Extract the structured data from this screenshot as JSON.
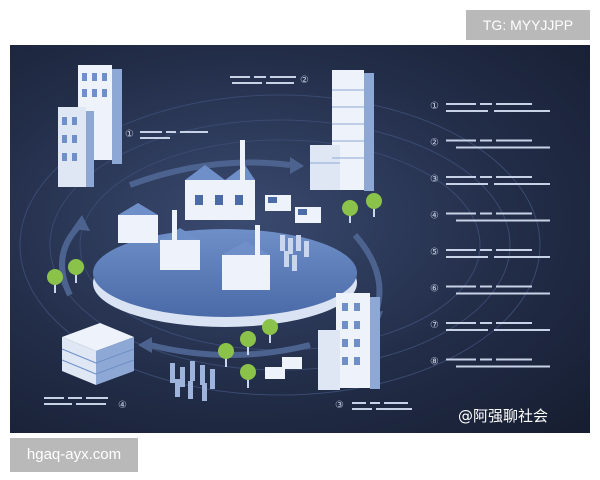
{
  "watermark_top": "TG: MYYJJPP",
  "watermark_bottom": "hgaq-ayx.com",
  "credit": "@阿强聊社会",
  "legend_numbers": [
    "①",
    "②",
    "③",
    "④",
    "⑤",
    "⑥",
    "⑦",
    "⑧"
  ],
  "callouts": {
    "one": "①",
    "two": "②",
    "three": "③",
    "four": "④"
  },
  "colors": {
    "panel_dark": "#1b2440",
    "building_light": "#eef3fb",
    "building_blue": "#6f8fc8",
    "tree_green": "#8bc34a",
    "text_placeholder": "#c8d2e6"
  }
}
